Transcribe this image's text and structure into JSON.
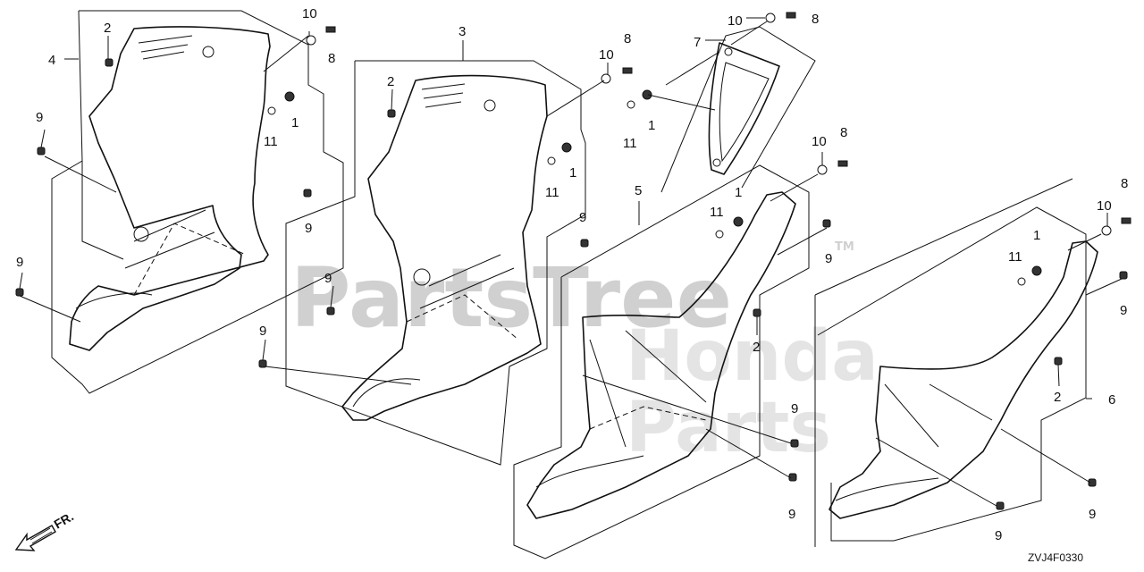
{
  "diagram": {
    "code": "ZVJ4F0330",
    "direction_label": "FR.",
    "watermark": {
      "brand": "PartsTree",
      "trademark": "TM",
      "line1": "Honda",
      "line2": "Parts"
    },
    "callouts": {
      "p1": "1",
      "p2": "2",
      "p3": "3",
      "p4": "4",
      "p5": "5",
      "p6": "6",
      "p7": "7",
      "p8": "8",
      "p9": "9",
      "p10": "10",
      "p11": "11"
    }
  }
}
